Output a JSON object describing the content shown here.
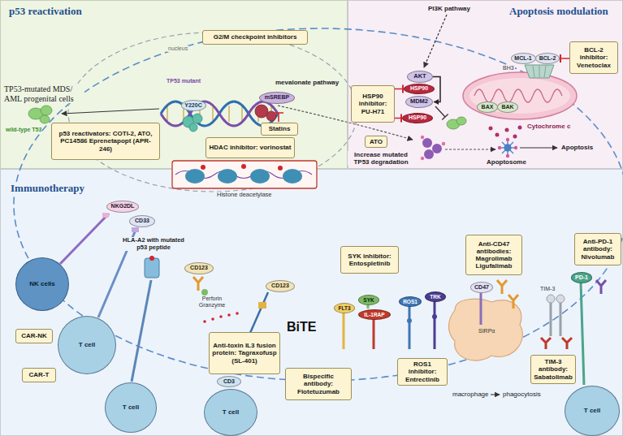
{
  "diagram": {
    "nodes": [
      {
        "text": [
          "p53 reactivation"
        ]
      },
      {
        "text": [
          "Apoptosis modulation"
        ]
      },
      {
        "text": [
          "Immunotherapy"
        ]
      },
      {
        "text": [
          "G2/M checkpoint inhibitors"
        ],
        "in": 0
      },
      {
        "text": [
          "Y220C"
        ],
        "in": 0
      },
      {
        "text": [
          "mSREBP"
        ],
        "in": 0
      },
      {
        "text": [
          "p53 reactivators: COTI-2, ATO, PC14586 Eprenetapopt (APR-246)"
        ],
        "in": 0
      },
      {
        "text": [
          "Statins"
        ],
        "in": 0
      },
      {
        "text": [
          "HDAC inhibitor: vorinostat"
        ],
        "in": 0
      },
      {
        "text": [
          "HSP90 inhibitor: PU-H71"
        ],
        "in": 1
      },
      {
        "text": [
          "AKT"
        ],
        "in": 1
      },
      {
        "text": [
          "HSP90"
        ],
        "in": 1
      },
      {
        "text": [
          "MDM2"
        ],
        "in": 1
      },
      {
        "text": [
          "HSP90"
        ],
        "in": 1
      },
      {
        "text": [
          "ATO"
        ],
        "in": 1
      },
      {
        "text": [
          "BCL-2 inhibitor: Venetoclax"
        ],
        "in": 1
      },
      {
        "text": [
          "MCL-1"
        ],
        "in": 1
      },
      {
        "text": [
          "BCL-2"
        ],
        "in": 1
      },
      {
        "text": [
          "BAX"
        ],
        "in": 1
      },
      {
        "text": [
          "BAK"
        ],
        "in": 1
      },
      {
        "text": [
          "NKG2DL"
        ],
        "in": 2
      },
      {
        "text": [
          "CD33"
        ],
        "in": 2
      },
      {
        "text": [
          "NK cells"
        ],
        "in": 2
      },
      {
        "text": [
          "CAR-NK"
        ],
        "in": 2
      },
      {
        "text": [
          "T cell"
        ],
        "in": 2
      },
      {
        "text": [
          "CAR-T"
        ],
        "in": 2
      },
      {
        "text": [
          "CD123"
        ],
        "in": 2
      },
      {
        "text": [
          "T cell"
        ],
        "in": 2
      },
      {
        "text": [
          "Anti-toxin IL3 fusion protein: Tagraxofusp (SL-401)"
        ],
        "in": 2
      },
      {
        "text": [
          "CD123"
        ],
        "in": 2
      },
      {
        "text": [
          "CD3"
        ],
        "in": 2
      },
      {
        "text": [
          "T cell"
        ],
        "in": 2
      },
      {
        "text": [
          "Bispecific antibody: Flotetuzumab"
        ],
        "in": 2
      },
      {
        "text": [
          "SYK inhibitor: Entospletinib"
        ],
        "in": 2
      },
      {
        "text": [
          "FLT3"
        ],
        "in": 2
      },
      {
        "text": [
          "SYK"
        ],
        "in": 2
      },
      {
        "text": [
          "IL-1RAP"
        ],
        "in": 2
      },
      {
        "text": [
          "ROS1"
        ],
        "in": 2
      },
      {
        "text": [
          "TRK"
        ],
        "in": 2
      },
      {
        "text": [
          "ROS1 inhibitor: Entrectinib"
        ],
        "in": 2
      },
      {
        "text": [
          "Anti-CD47 antibodies: Magrolimab Ligufalimab"
        ],
        "in": 2
      },
      {
        "text": [
          "CD47"
        ],
        "in": 2
      },
      {
        "text": [
          "TIM-3 antibody: Sabatolimab"
        ],
        "in": 2
      },
      {
        "text": [
          "Anti-PD-1 antibody: Nivolumab"
        ],
        "in": 2
      },
      {
        "text": [
          "PD-1"
        ],
        "in": 2
      },
      {
        "text": [
          "T cell"
        ],
        "in": 2
      }
    ],
    "edges": [
      {
        "from": 10,
        "to": 12,
        "arrow": "to"
      },
      {
        "from": 9,
        "to": 11,
        "arrow": "to"
      },
      {
        "from": 9,
        "to": 13,
        "arrow": "to"
      },
      {
        "from": 15,
        "to": 17,
        "arrow": "to"
      }
    ],
    "labels": [
      "TP53-mutated MDS/ AML progenital cells",
      "nucleus",
      "TP53 mutant",
      "wild-type T53",
      "PI3K pathway",
      "mevalonate pathway",
      "Increase mutated TP53 degradation",
      "BH3",
      "Cytochrome c",
      "Apoptosome",
      "Apoptosis",
      "Histone deacetylase",
      "HLA-A2 with mutated p53 peptide",
      "Perforin Granzyme",
      "BiTE",
      "SIRPα",
      "macrophage",
      "phagocytosis",
      "TIM-3"
    ]
  }
}
